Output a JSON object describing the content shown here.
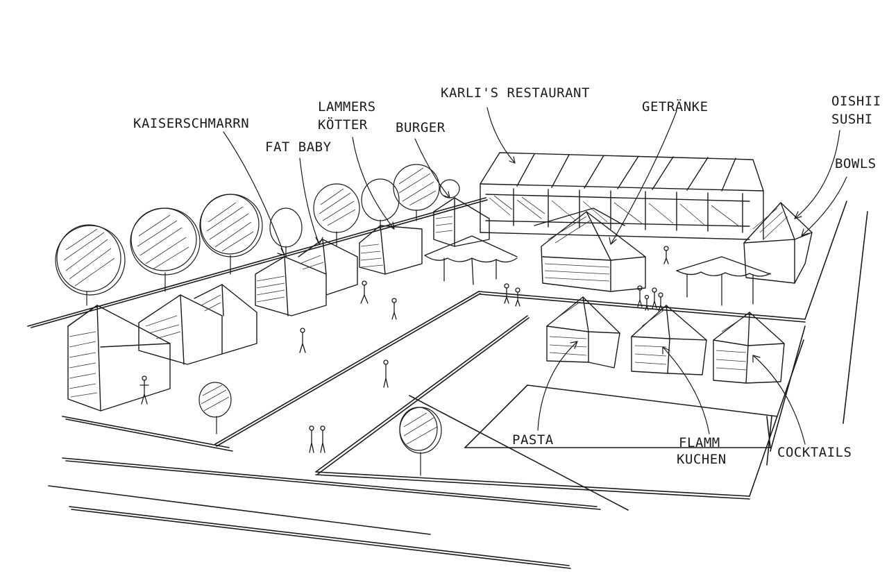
{
  "labels": {
    "kaiserschmarrn": "KAISERSCHMARRN",
    "fat_baby": "FAT BABY",
    "lammers_line1": "LAMMERS",
    "lammers_line2": "KÖTTER",
    "burger": "BURGER",
    "karlis_restaurant": "KARLI'S RESTAURANT",
    "getraenke": "GETRÄNKE",
    "oishii_line1": "OISHII",
    "oishii_line2": "SUSHI",
    "bowls": "BOWLS",
    "pasta": "PASTA",
    "flamm_line1": "FLAMM",
    "flamm_line2": "KUCHEN",
    "cocktails": "COCKTAILS"
  }
}
